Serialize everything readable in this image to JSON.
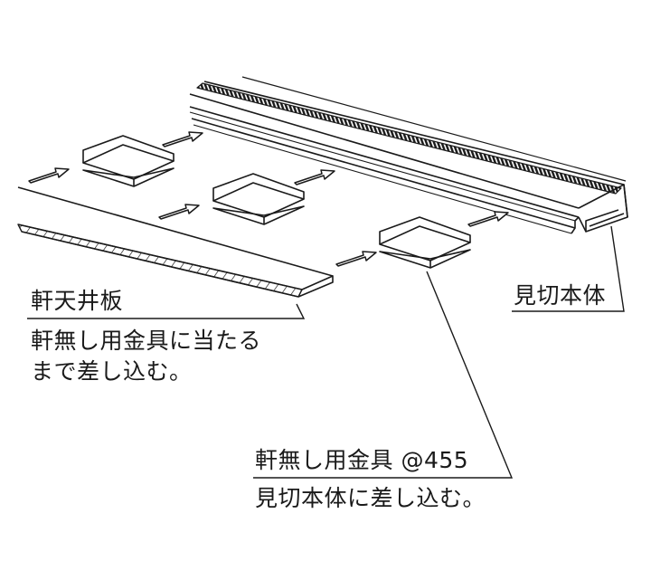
{
  "colors": {
    "ink": "#1a1a1a",
    "background": "#ffffff"
  },
  "labels": {
    "soffit_board": "軒天井板",
    "soffit_instruction_line1": "軒無し用金具に当たる",
    "soffit_instruction_line2": "まで差し込む。",
    "trim_body": "見切本体",
    "bracket_spec": "軒無し用金具 @455",
    "bracket_instruction": "見切本体に差し込む。"
  }
}
